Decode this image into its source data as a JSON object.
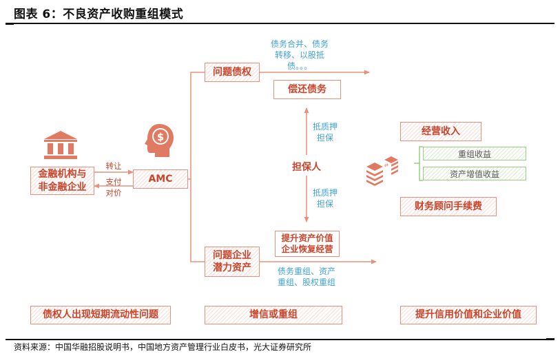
{
  "figure": {
    "title": "图表 6：不良资产收购重组模式",
    "source": "资料来源：中国华融招股说明书，中国地方资产管理行业白皮书，光大证券研究所"
  },
  "colors": {
    "accent": "#e8907c",
    "accent_text": "#c9442a",
    "annotation_blue": "#3fa3d9",
    "green_border": "#9ccc84"
  },
  "left": {
    "institution_icon": "bank-building-icon",
    "institution_label": "金融机构与\n非金融企业",
    "transfer_label": "转让",
    "pay_label_1": "支付",
    "pay_label_2": "对价",
    "amc_icon": "head-dollar-icon",
    "amc_label": "AMC"
  },
  "middle": {
    "problem_debt": "问题债权",
    "debt_note_1": "债务合并、债务",
    "debt_note_2": "转移、以股抵",
    "debt_note_3": "债。。。",
    "repay_debt": "偿还债务",
    "collateral_up_1": "抵质押",
    "collateral_up_2": "担保",
    "guarantor": "担保人",
    "collateral_down_1": "抵质押",
    "collateral_down_2": "担保",
    "value_up_1": "提升资产价值",
    "value_up_2": "企业恢复经营",
    "problem_enterprise_1": "问题企业",
    "problem_enterprise_2": "潜力资产",
    "restructure_note_1": "债务重组、资产",
    "restructure_note_2": "重组、股权重组"
  },
  "right": {
    "money_icon": "money-stack-icon",
    "operating_income": "经营收入",
    "restructure_gain": "重组收益",
    "asset_appreciation_gain": "资产增值收益",
    "advisory_fee": "财务顾问手续费"
  },
  "bottom": {
    "stage_1": "债权人出现短期流动性问题",
    "stage_2": "增信或重组",
    "stage_3": "提升信用价值和企业价值"
  }
}
